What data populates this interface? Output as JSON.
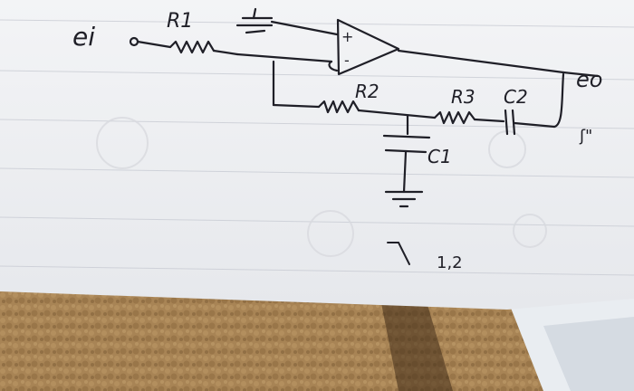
{
  "photo": {
    "colors": {
      "paper": "#f1f2f4",
      "paper_shadow": "#e4e6ea",
      "ruled_line": "#c9ccd4",
      "ink": "#1f1f27",
      "faint_ink": "#c7c9cf",
      "carpet": "#a88455",
      "carpet_dark": "#7a5a33"
    }
  },
  "schematic": {
    "input_label": "ei",
    "output_label": "eo",
    "components": {
      "r1": "R1",
      "r2": "R2",
      "r3": "R3",
      "c1": "C1",
      "c2": "C2"
    },
    "opamp_plus": "+",
    "opamp_minus": "-"
  },
  "margin_notes": {
    "right_note": "ʃ\"",
    "bottom_note": "1,2"
  }
}
